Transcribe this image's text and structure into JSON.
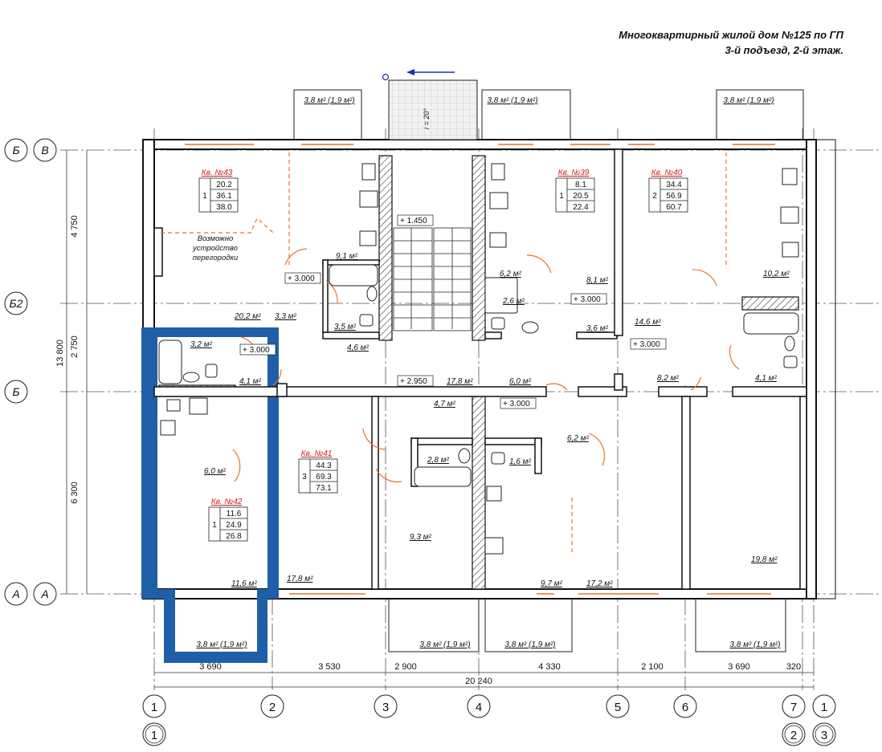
{
  "title": {
    "line1": "Многоквартирный жилой дом №125 по ГП",
    "line2": "3-й подъезд, 2-й этаж."
  },
  "axes_letters": {
    "left_outer": [
      "Б",
      "Б2",
      "Б",
      "А"
    ],
    "left_inner": [
      "В",
      "А"
    ]
  },
  "axes_numbers": {
    "top_row": [
      "1",
      "2",
      "3",
      "4",
      "5",
      "6",
      "7",
      "1"
    ],
    "bottom_row": [
      "1",
      "2",
      "3"
    ]
  },
  "dimensions": {
    "vertical": [
      "4 750",
      "2 750",
      "6 300",
      "13 800"
    ],
    "horizontal": [
      "3 690",
      "3 530",
      "2 900",
      "4 330",
      "2 100",
      "3 690",
      "320"
    ],
    "total": "20 240"
  },
  "balconies": [
    "3,8 м² (1,9 м²)",
    "3,8 м² (1,9 м²)",
    "3,8 м² (1,9 м²)",
    "3,8 м² (1,9 м²)",
    "3,8 м² (1,9 м²)",
    "3,8 м² (1,9 м²)",
    "3,8 м² (1,9 м²)"
  ],
  "slope": "i = 20°",
  "apartments": [
    {
      "label": "Кв. №43",
      "rooms": "1",
      "areas": [
        "20.2",
        "36.1",
        "38.0"
      ]
    },
    {
      "label": "Кв. №39",
      "rooms": "1",
      "areas": [
        "8.1",
        "20.5",
        "22.4"
      ]
    },
    {
      "label": "Кв. №40",
      "rooms": "2",
      "areas": [
        "34.4",
        "56.9",
        "60.7"
      ]
    },
    {
      "label": "Кв. №41",
      "rooms": "3",
      "areas": [
        "44.3",
        "69.3",
        "73.1"
      ]
    },
    {
      "label": "Кв. №42",
      "rooms": "1",
      "areas": [
        "11.6",
        "24.9",
        "26.8"
      ]
    }
  ],
  "note": [
    "Возможно",
    "устройство",
    "перегородки"
  ],
  "levels": [
    "+ 1.450",
    "+ 3.000",
    "+ 3.000",
    "+ 3.000",
    "+ 3.000",
    "+ 2.950",
    "+ 3.000"
  ],
  "room_areas": [
    "9,1 м²",
    "20,2 м²",
    "3,3 м²",
    "3,5 м²",
    "4,6 м²",
    "3,2 м²",
    "4,1 м²",
    "6,2 м²",
    "2,6 м²",
    "8,1 м²",
    "3,6 м²",
    "14,6 м²",
    "10,2 м²",
    "8,2 м²",
    "4,1 м²",
    "17,8 м²",
    "6,0 м²",
    "4,7 м²",
    "6,2 м²",
    "2,8 м²",
    "1,6 м²",
    "6,0 м²",
    "9,3 м²",
    "19,8 м²",
    "11,6 м²",
    "17,8 м²",
    "9,7 м²",
    "17,2 м²"
  ],
  "colors": {
    "wall": "#111111",
    "highlight": "#1f5fa8",
    "apt_label": "#d22222",
    "door_swing": "#e8732a",
    "arrow": "#1a2fb0",
    "hatch": "#444444"
  }
}
